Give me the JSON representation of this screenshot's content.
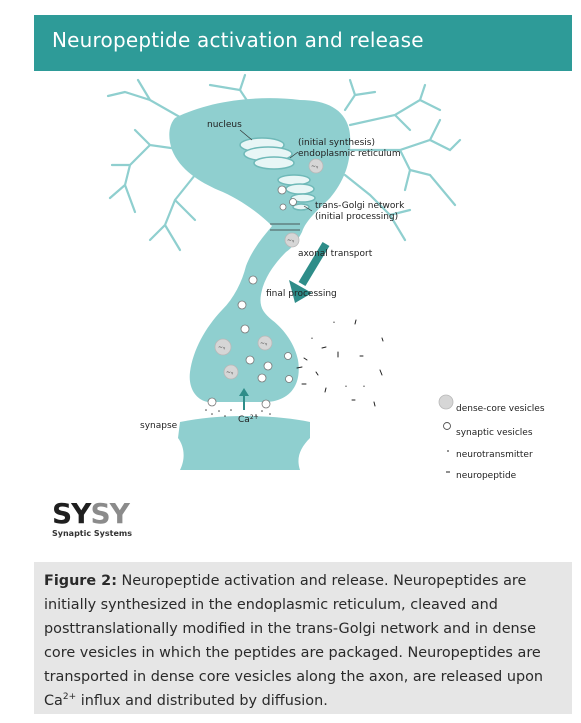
{
  "header": {
    "title": "Neuropeptide activation and release"
  },
  "labels": {
    "nucleus": "nucleus",
    "er_line1": "(initial synthesis)",
    "er_line2": "endoplasmic reticulum",
    "golgi_line1": "trans-Golgi network",
    "golgi_line2": "(initial processing)",
    "axonal_transport": "axonal transport",
    "final_processing": "final processing",
    "synapse": "synapse",
    "calcium": "Ca",
    "calcium_sup": "2+",
    "vesicle_glyph": "~ᵧ"
  },
  "legend": {
    "dense_core": "dense-core vesicles",
    "synaptic": "synaptic vesicles",
    "neurotransmitter": "neurotransmitter",
    "neuropeptide": "neuropeptide"
  },
  "logo": {
    "mark_a": "SY",
    "mark_b": "SY",
    "sub": "Synaptic Systems"
  },
  "caption": {
    "figure_label": "Figure 2:",
    "sup": "2+",
    "text_main": " Neuropeptide activation and release. Neuropeptides are initially synthesized in the endoplasmic reticulum, cleaved and posttranslationally modified in the trans-Golgi network and in dense core vesicles in which the peptides are packaged. Neuropeptides are transported in dense core vesicles along the axon, are released upon Ca",
    "text_end": " influx and distributed by diffusion."
  },
  "colors": {
    "header": "#2e9b98",
    "cell": "#8fcfcf",
    "arrow": "#2e8d89",
    "caption_bg": "#e6e6e6"
  }
}
